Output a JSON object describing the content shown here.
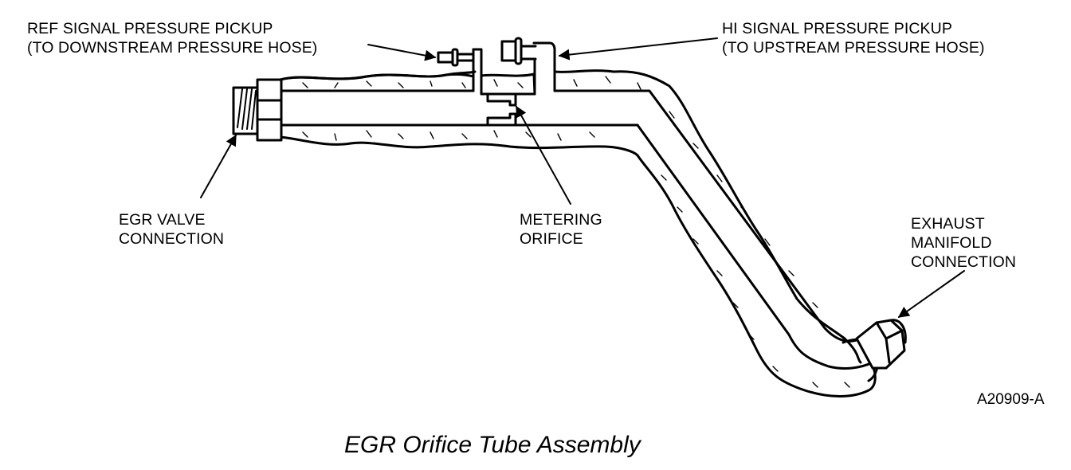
{
  "figure": {
    "caption": "EGR Orifice Tube Assembly",
    "figure_id": "A20909-A",
    "colors": {
      "ink": "#000000",
      "paper": "#ffffff"
    }
  },
  "callouts": {
    "ref_signal": {
      "line1": "REF SIGNAL PRESSURE PICKUP",
      "line2": "(TO DOWNSTREAM PRESSURE HOSE)"
    },
    "hi_signal": {
      "line1": "HI SIGNAL PRESSURE PICKUP",
      "line2": "(TO UPSTREAM PRESSURE HOSE)"
    },
    "egr_valve": {
      "line1": "EGR VALVE",
      "line2": "CONNECTION"
    },
    "metering_orifice": {
      "line1": "METERING",
      "line2": "ORIFICE"
    },
    "exhaust_manifold": {
      "line1": "EXHAUST",
      "line2": "MANIFOLD",
      "line3": "CONNECTION"
    }
  }
}
